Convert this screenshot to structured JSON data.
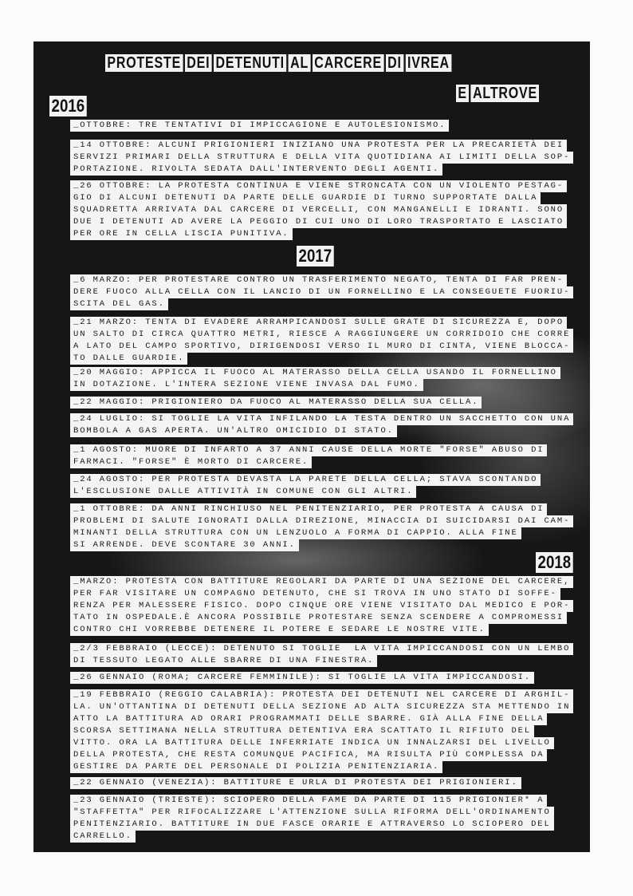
{
  "title": {
    "line1": [
      "PROTESTE",
      "DEI",
      "DETENUTI",
      "AL",
      "CARCERE",
      "DI",
      "IVREA"
    ],
    "line2": [
      "E",
      "ALTROVE"
    ]
  },
  "sections": [
    {
      "year": "2016",
      "entries": [
        {
          "lines": [
            "_OTTOBRE: TRE TENTATIVI DI IMPICCAGIONE E AUTOLESIONISMO."
          ]
        },
        {
          "lines": [
            "_14 OTTOBRE: ALCUNI PRIGIONIERI INIZIANO UNA PROTESTA PER LA PRECARIETÀ DEI",
            "SERVIZI PRIMARI DELLA STRUTTURA E DELLA VITA QUOTIDIANA AI LIMITI DELLA SOP-",
            "PORTAZIONE. RIVOLTA SEDATA DALL'INTERVENTO DEGLI AGENTI."
          ]
        },
        {
          "lines": [
            "_26 OTTOBRE: LA PROTESTA CONTINUA E VIENE STRONCATA CON UN VIOLENTO PESTAG-",
            "GIO DI ALCUNI DETENUTI DA PARTE DELLE GUARDIE DI TURNO SUPPORTATE DALLA",
            "SQUADRETTA ARRIVATA DAL CARCERE DI VERCELLI, CON MANGANELLI E IDRANTI. SONO",
            "DUE I DETENUTI AD AVERE LA PEGGIO DI CUI UNO DI LORO TRASPORTATO E LASCIATO",
            "PER ORE IN CELLA LISCIA PUNITIVA."
          ]
        }
      ]
    },
    {
      "year": "2017",
      "entries": [
        {
          "lines": [
            "_6 MARZO: PER PROTESTARE CONTRO UN TRASFERIMENTO NEGATO, TENTA DI FAR PREN-",
            "DERE FUOCO ALLA CELLA CON IL LANCIO DI UN FORNELLINO E LA CONSEGUETE FUORIU-",
            "SCITA DEL GAS."
          ]
        },
        {
          "lines": [
            "_21 MARZO: TENTA DI EVADERE ARRAMPICANDOSI SULLE GRATE DI SICUREZZA E, DOPO",
            "UN SALTO DI CIRCA QUATTRO METRI, RIESCE A RAGGIUNGERE UN CORRIDOIO CHE CORRE",
            "A LATO DEL CAMPO SPORTIVO, DIRIGENDOSI VERSO IL MURO DI CINTA, VIENE BLOCCA-",
            "TO DALLE GUARDIE."
          ]
        },
        {
          "lines": [
            "_20 MAGGIO: APPICCA IL FUOCO AL MATERASSO DELLA CELLA USANDO IL FORNELLINO",
            "IN DOTAZIONE. L'INTERA SEZIONE VIENE INVASA DAL FUMO."
          ]
        },
        {
          "lines": [
            "_22 MAGGIO: PRIGIONIERO DA FUOCO AL MATERASSO DELLA SUA CELLA."
          ]
        },
        {
          "lines": [
            "_24 LUGLIO: SI TOGLIE LA VITA INFILANDO LA TESTA DENTRO UN SACCHETTO CON UNA",
            "BOMBOLA A GAS APERTA. UN'ALTRO OMICIDIO DI STATO."
          ]
        },
        {
          "lines": [
            "_1 AGOSTO: MUORE DI INFARTO A 37 ANNI CAUSE DELLA MORTE \"FORSE\" ABUSO DI",
            "FARMACI. \"FORSE\" È MORTO DI CARCERE."
          ]
        },
        {
          "lines": [
            "_24 AGOSTO: PER PROTESTA DEVASTA LA PARETE DELLA CELLA; STAVA SCONTANDO",
            "L'ESCLUSIONE DALLE ATTIVITÀ IN COMUNE CON GLI ALTRI."
          ]
        },
        {
          "lines": [
            "_1 OTTOBRE: DA ANNI RINCHIUSO NEL PENITENZIARIO, PER PROTESTA A CAUSA DI",
            "PROBLEMI DI SALUTE IGNORATI DALLA DIREZIONE, MINACCIA DI SUICIDARSI DAI CAM-",
            "MINANTI DELLA STRUTTURA CON UN LENZUOLO A FORMA DI CAPPIO. ALLA FINE",
            "SI ARRENDE. DEVE SCONTARE 30 ANNI."
          ]
        }
      ]
    },
    {
      "year": "2018",
      "entries": [
        {
          "lines": [
            "_MARZO: PROTESTA CON BATTITURE REGOLARI DA PARTE DI UNA SEZIONE DEL CARCERE,",
            "PER FAR VISITARE UN COMPAGNO DETENUTO, CHE SI TROVA IN UNO STATO DI SOFFE-",
            "RENZA PER MALESSERE FISICO. DOPO CINQUE ORE VIENE VISITATO DAL MEDICO E POR-",
            "TATO IN OSPEDALE.È ANCORA POSSIBILE PROTESTARE SENZA SCENDERE A COMPROMESSI",
            "CONTRO CHI VORREBBE DETENERE IL POTERE E SEDARE LE NOSTRE VITE."
          ]
        },
        {
          "lines": [
            "_2/3 FEBBRAIO (LECCE): DETENUTO SI TOGLIE  LA VITA IMPICCANDOSI CON UN LEMBO",
            "DI TESSUTO LEGATO ALLE SBARRE DI UNA FINESTRA."
          ]
        },
        {
          "lines": [
            "_26 GENNAIO (ROMA; CARCERE FEMMINILE): SI TOGLIE LA VITA IMPICCANDOSI."
          ]
        },
        {
          "lines": [
            "_19 FEBBRAIO (REGGIO CALABRIA): PROTESTA DEI DETENUTI NEL CARCERE DI ARGHIL-",
            "LA. UN'OTTANTINA DI DETENUTI DELLA SEZIONE AD ALTA SICUREZZA STA METTENDO IN",
            "ATTO LA BATTITURA AD ORARI PROGRAMMATI DELLE SBARRE. GIÀ ALLA FINE DELLA",
            "SCORSA SETTIMANA NELLA STRUTTURA DETENTIVA ERA SCATTATO IL RIFIUTO DEL",
            "VITTO. ORA LA BATTITURA DELLE INFERRIATE INDICA UN INNALZARSI DEL LIVELLO",
            "DELLA PROTESTA, CHE RESTA COMUNQUE PACIFICA, MA RISULTA PIÙ COMPLESSA DA",
            "GESTIRE DA PARTE DEL PERSONALE DI POLIZIA PENITENZIARIA."
          ]
        },
        {
          "lines": [
            "_22 GENNAIO (VENEZIA): BATTITURE E URLA DI PROTESTA DEI PRIGIONIERI."
          ]
        },
        {
          "lines": [
            "_23 GENNAIO (TRIESTE): SCIOPERO DELLA FAME DA PARTE DI 115 PRIGIONIER* A",
            "\"STAFFETTA\" PER RIFOCALIZZARE L'ATTENZIONE SULLA RIFORMA DELL'ORDINAMENTO",
            "PENITENZIARIO. BATTITURE IN DUE FASCE ORARIE E ATTRAVERSO LO SCIOPERO DEL",
            "CARRELLO."
          ]
        }
      ]
    }
  ]
}
